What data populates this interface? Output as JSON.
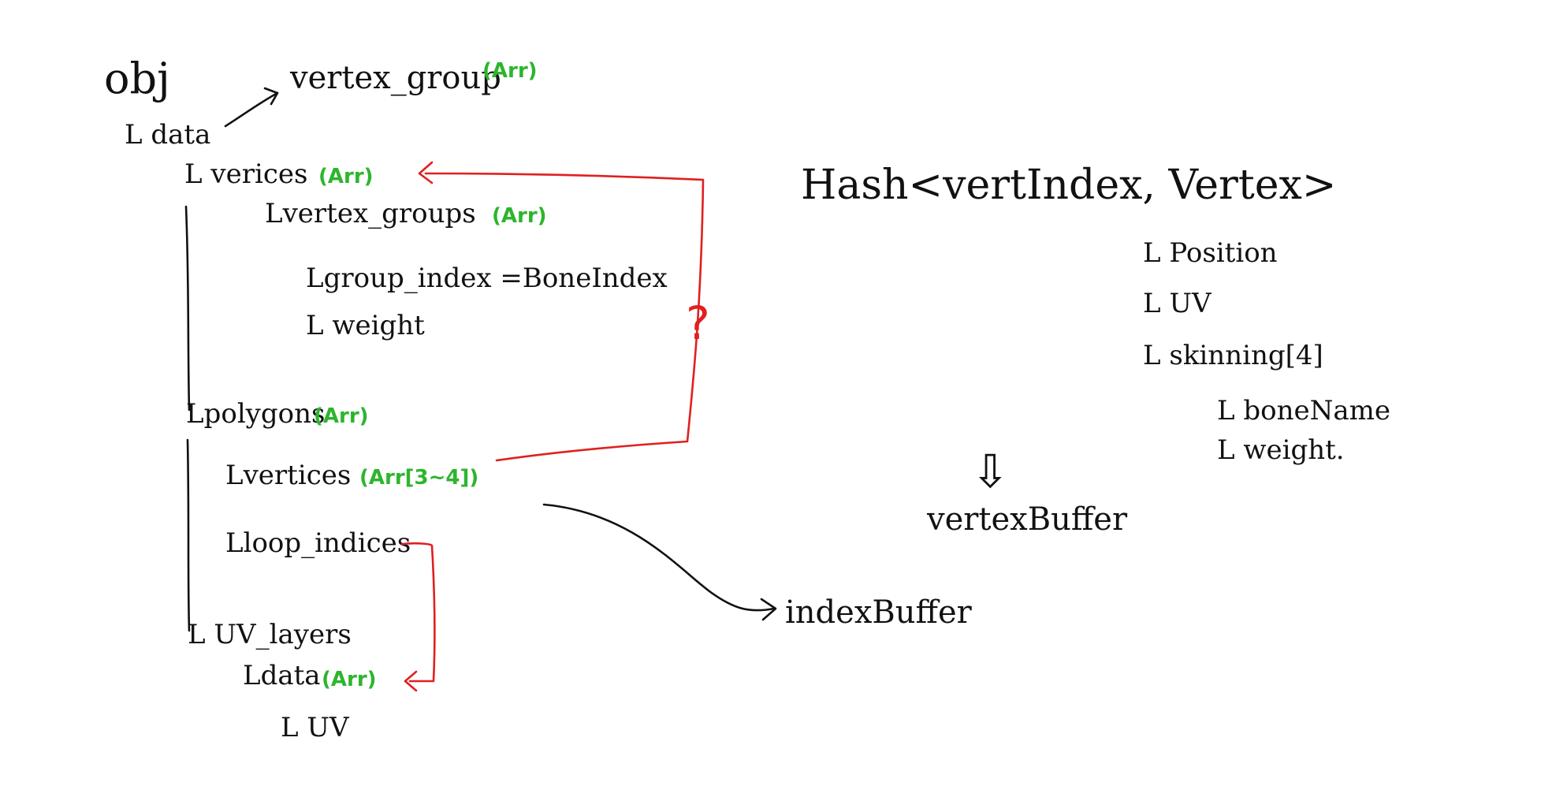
{
  "colors": {
    "ink": "#111111",
    "array_tag": "#2db52d",
    "red_link": "#e02020",
    "background": "#ffffff"
  },
  "tree": {
    "root": "obj",
    "data": "L data",
    "vertex_group_top": "vertex_group",
    "vertex_group_top_tag": "(Arr)",
    "vertices": "L verices",
    "vertices_tag": "(Arr)",
    "vertex_groups": "Lvertex_groups",
    "vertex_groups_tag": "(Arr)",
    "group_index": "Lgroup_index  =BoneIndex",
    "weight": "L weight",
    "polygons": "Lpolygons",
    "polygons_tag": "(Arr)",
    "poly_vertices": "Lvertices",
    "poly_vertices_tag": "(Arr[3~4])",
    "loop_indices": "Lloop_indices",
    "uv_layers": "L UV_layers",
    "uv_data": "Ldata",
    "uv_data_tag": "(Arr)",
    "uv": "L UV"
  },
  "hash": {
    "title": "Hash<vertIndex, Vertex>",
    "position": "L Position",
    "uv": "L UV",
    "skinning": "L skinning[4]",
    "bone_name": "L boneName",
    "weight": "L weight."
  },
  "outputs": {
    "down_arrow": "⇩",
    "vertex_buffer": "vertexBuffer",
    "index_buffer": "indexBuffer"
  },
  "annotations": {
    "question": "?"
  }
}
